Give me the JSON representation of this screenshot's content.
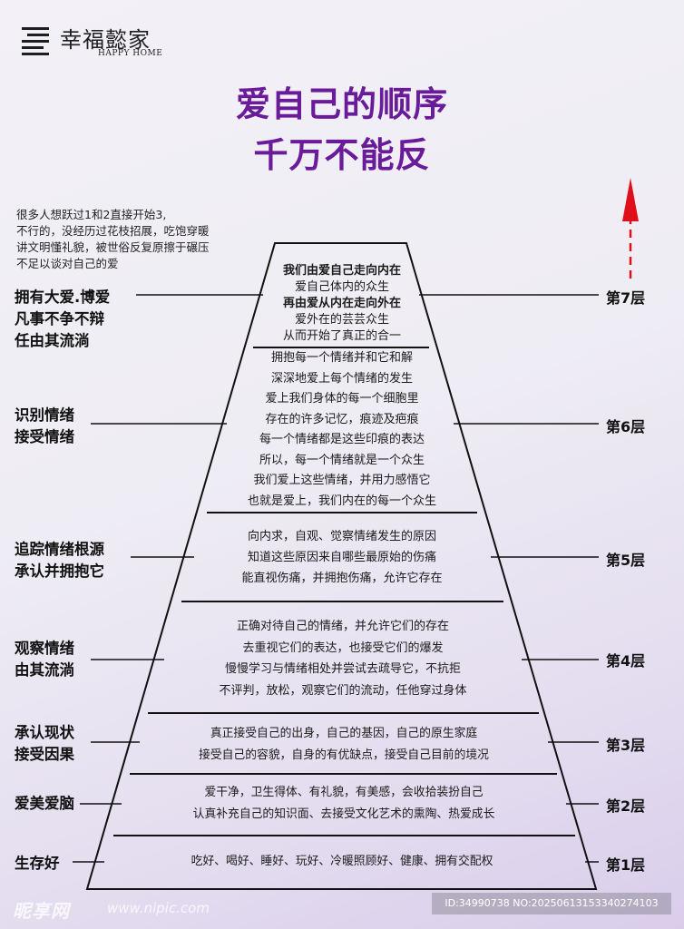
{
  "brand": {
    "name": "幸福懿家",
    "subtitle": "HAPPY HOME",
    "icon": "stacked-bars-logo-icon"
  },
  "title": {
    "line1": "爱自己的顺序",
    "line2": "千万不能反"
  },
  "intro": [
    "很多人想跃过1和2直接开始3,",
    "不行的，没经历过花枝招展，吃饱穿暖",
    "讲文明懂礼貌，被世俗反复原擦于碾压",
    "不足以谈对自己的爱"
  ],
  "layers": [
    {
      "label": "第7层",
      "side": [
        "拥有大爱.博爱",
        "凡事不争不辩",
        "任由其流淌"
      ],
      "lines": [
        "我们由爱自己走向内在",
        "爱自己体内的众生",
        "再由爱从内在走向外在",
        "爱外在的芸芸众生",
        "从而开始了真正的合一"
      ],
      "bold_lines": [
        0,
        2
      ]
    },
    {
      "label": "第6层",
      "side": [
        "识别情绪",
        "接受情绪"
      ],
      "lines": [
        "拥抱每一个情绪并和它和解",
        "深深地爱上每个情绪的发生",
        "爱上我们身体的每一个细胞里",
        "存在的许多记忆，痕迹及疤痕",
        "每一个情绪都是这些印痕的表达",
        "所以，每一个情绪就是一个众生",
        "我们爱上这些情绪，并用力感悟它",
        "也就是爱上，我们内在的每一个众生"
      ],
      "bold_lines": []
    },
    {
      "label": "第5层",
      "side": [
        "追踪情绪根源",
        "承认并拥抱它"
      ],
      "lines": [
        "向内求，自观、觉察情绪发生的原因",
        "知道这些原因来自哪些最原始的伤痛",
        "能直视伤痛，并拥抱伤痛，允许它存在"
      ],
      "bold_lines": []
    },
    {
      "label": "第4层",
      "side": [
        "观察情绪",
        "由其流淌"
      ],
      "lines": [
        "正确对待自己的情绪，并允许它们的存在",
        "去重视它们的表达，也接受它们的爆发",
        "慢慢学习与情绪相处并尝试去疏导它，不抗拒",
        "不评判，放松，观察它们的流动，任他穿过身体"
      ],
      "bold_lines": []
    },
    {
      "label": "第3层",
      "side": [
        "承认现状",
        "接受因果"
      ],
      "lines": [
        "真正接受自己的出身，自己的基因，自己的原生家庭",
        "接受自己的容貌，自身的有优缺点，接受自己目前的境况"
      ],
      "bold_lines": []
    },
    {
      "label": "第2层",
      "side": [
        "爱美爱脑"
      ],
      "lines": [
        "爱干净，卫生得体、有礼貌，有美感，会收拾装扮自己",
        "认真补充自己的知识面、去接受文化艺术的熏陶、热爱成长"
      ],
      "bold_lines": []
    },
    {
      "label": "第1层",
      "side": [
        "生存好"
      ],
      "lines": [
        "吃好、喝好、睡好、玩好、冷暖照顾好、健康、拥有交配权"
      ],
      "bold_lines": []
    }
  ],
  "arrow": {
    "color": "#e0101a",
    "icon": "up-arrow-icon"
  },
  "colors": {
    "title": "#6a1b9a",
    "outline": "#111111"
  },
  "watermark": {
    "logo": "昵享网",
    "site": "www.nipic.com",
    "id": "ID:34990738 NO:20250613153340274103"
  }
}
